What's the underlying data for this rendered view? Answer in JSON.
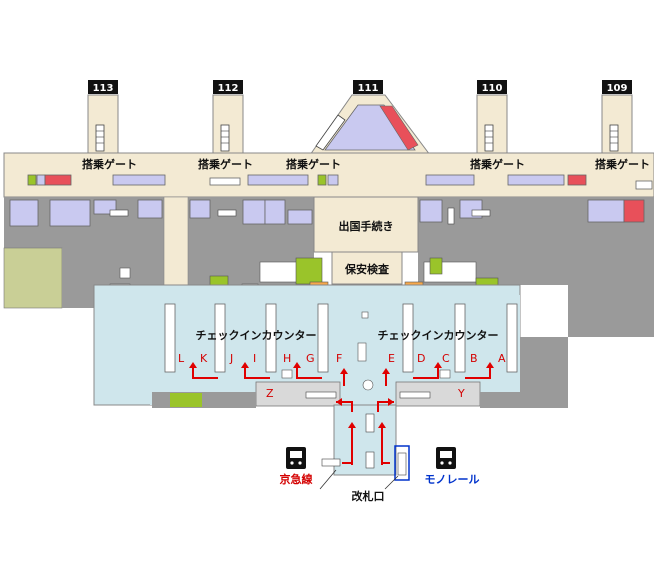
{
  "gates": [
    "113",
    "112",
    "111",
    "110",
    "109"
  ],
  "labels": {
    "boarding_gate": "搭乗ゲート",
    "departure_immigration": "出国手続き",
    "security_check": "保安検査",
    "checkin_counter": "チェックインカウンター",
    "keikyu_line": "京急線",
    "monorail": "モノレール",
    "ticket_gate": "改札口"
  },
  "counters": [
    "L",
    "K",
    "J",
    "I",
    "H",
    "G",
    "F",
    "E",
    "D",
    "C",
    "B",
    "A",
    "Z",
    "Y"
  ],
  "colors": {
    "concourse": "#f3ead3",
    "checkin_hall": "#cfe6ec",
    "building_gray": "#9a9a9a",
    "shop_lavender": "#c9c9f0",
    "accent_red": "#e8505a",
    "accent_green": "#9ac42a",
    "accent_orange": "#f7a84a",
    "gate_box": "#111111",
    "keikyu": "#d40000",
    "monorail": "#0033cc"
  }
}
